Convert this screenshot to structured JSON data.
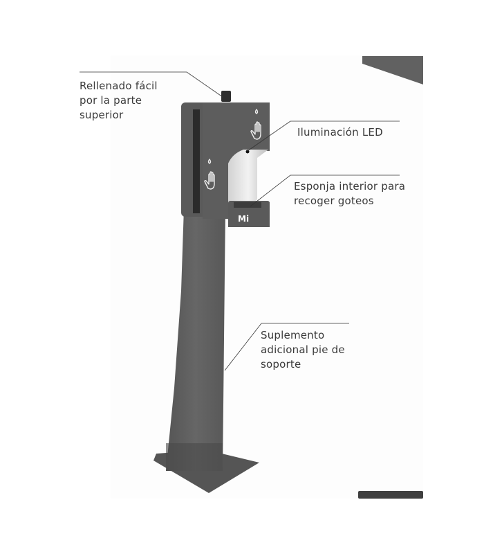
{
  "callouts": [
    {
      "id": "refill",
      "text": "Rellenado fácil\npor la parte\nsuperior"
    },
    {
      "id": "led",
      "text": "Iluminación LED"
    },
    {
      "id": "sponge",
      "text": "Esponja interior para\nrecoger goteos"
    },
    {
      "id": "stand",
      "text": "Suplemento\nadicional pie de\nsoporte"
    }
  ],
  "product": {
    "logo_text": "Mi",
    "body_color": "#5d5d5d",
    "dark_color": "#3c3c3c",
    "metal_color": "#e6e6e6",
    "icons": [
      "hand-icon",
      "drop-icon"
    ]
  }
}
